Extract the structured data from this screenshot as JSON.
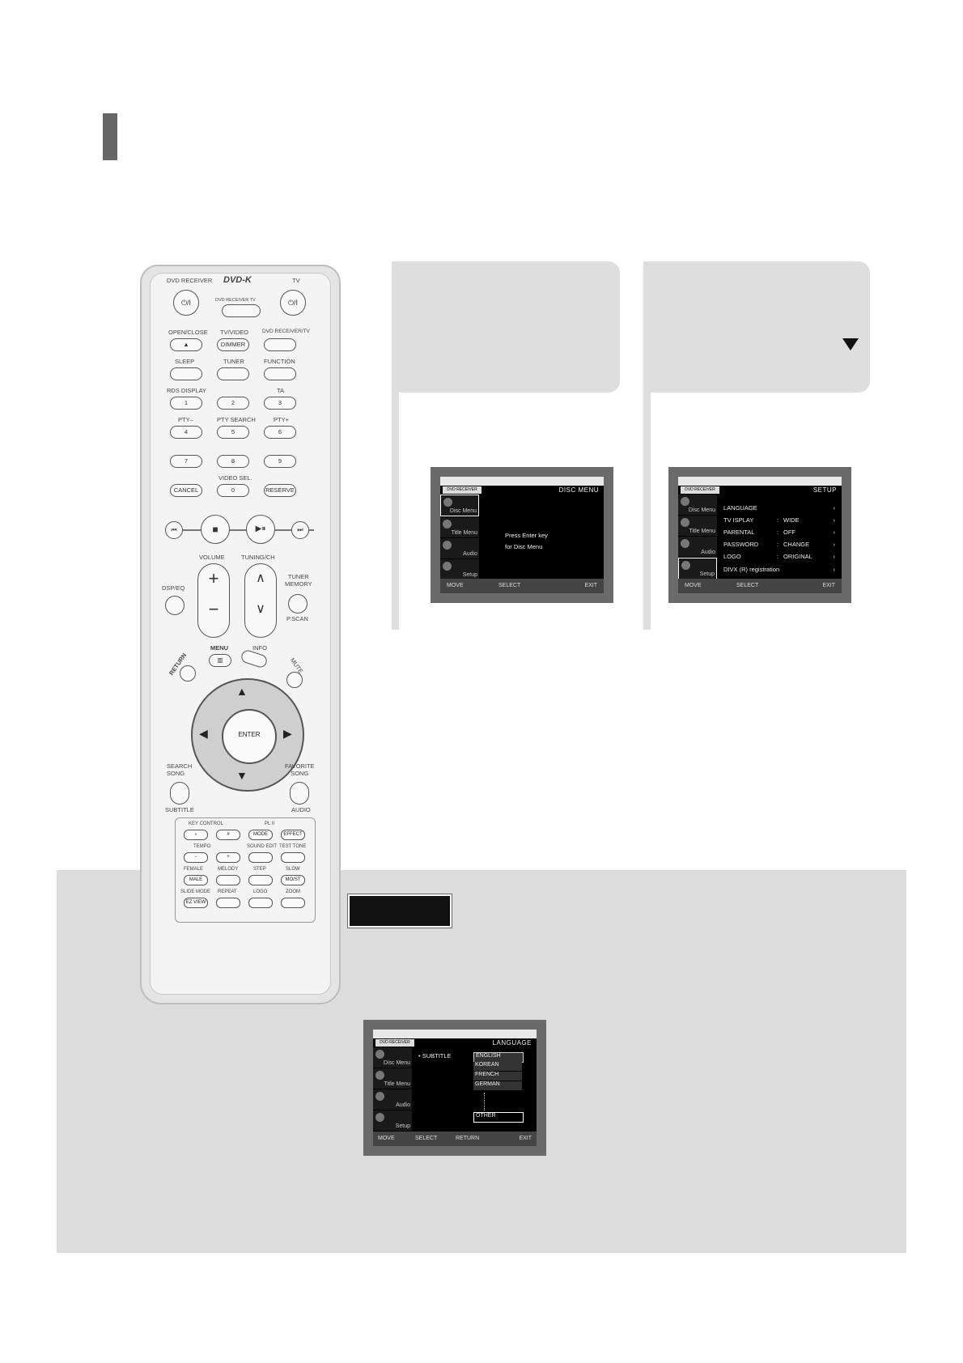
{
  "osd_disc": {
    "brand": "DVD RECEIVER",
    "title": "DISC MENU",
    "side": [
      "Disc Menu",
      "Title Menu",
      "Audio",
      "Setup"
    ],
    "message": [
      "Press Enter key",
      "for Disc Menu"
    ],
    "footer": [
      "MOVE",
      "SELECT",
      "EXIT"
    ]
  },
  "osd_setup": {
    "brand": "DVD RECEIVER",
    "title": "SETUP",
    "side": [
      "Disc Menu",
      "Title Menu",
      "Audio",
      "Setup"
    ],
    "rows": [
      {
        "key": "LANGUAGE",
        "value": ""
      },
      {
        "key": "TV   ISPLAY",
        "value": "WIDE"
      },
      {
        "key": "PARENTAL",
        "value": "OFF"
      },
      {
        "key": "PASSWORD",
        "value": "CHANGE"
      },
      {
        "key": "LOGO",
        "value": "ORIGINAL"
      },
      {
        "key": "DIVX (R) registration",
        "value": ""
      }
    ],
    "footer": [
      "MOVE",
      "SELECT",
      "EXIT"
    ]
  },
  "osd_language": {
    "brand": "DVD RECEIVER",
    "title": "LANGUAGE",
    "side": [
      "Disc Menu",
      "Title Menu",
      "Audio",
      "Setup"
    ],
    "item": "SUBTITLE",
    "options": [
      "ENGLISH",
      "KOREAN",
      "FRENCH",
      "GERMAN",
      "OTHER"
    ],
    "footer": [
      "MOVE",
      "SELECT",
      "RETURN",
      "EXIT"
    ]
  },
  "remote": {
    "top": {
      "dvd_receiver": "DVD RECEIVER",
      "logo": "DVD-K",
      "tv": "TV",
      "selector": "DVD RECEIVER   TV",
      "power": "⏻/I"
    },
    "row1": {
      "l1": "OPEN/CLOSE",
      "b1": "▲",
      "l2": "TV/VIDEO",
      "b2": "DIMMER",
      "l3": "DVD RECEIVER/TV"
    },
    "row2": {
      "l1": "SLEEP",
      "l2": "TUNER",
      "l3": "FUNCTION"
    },
    "row3": {
      "l1": "RDS DISPLAY",
      "l3": "TA"
    },
    "nums": [
      "1",
      "2",
      "3",
      "4",
      "5",
      "6",
      "7",
      "8",
      "9",
      "0"
    ],
    "row4": {
      "l1": "PTY–",
      "l2": "PTY SEARCH",
      "l3": "PTY+"
    },
    "row6": {
      "l2": "VIDEO SEL.",
      "b1": "CANCEL",
      "b3": "RESERVE"
    },
    "mid": {
      "volume": "VOLUME",
      "tuning": "TUNING/CH",
      "dsp": "DSP/EQ",
      "tuner_memory": "TUNER\nMEMORY",
      "pscan": "P.SCAN",
      "plus": "+",
      "minus": "−"
    },
    "nav": {
      "menu": "MENU",
      "info": "INFO",
      "return": "RETURN",
      "mute": "MUTE",
      "enter": "ENTER"
    },
    "lower": {
      "search": "SEARCH\nSONG",
      "favorite": "FAVORITE\nSONG",
      "subtitle": "SUBTITLE",
      "audio": "AUDIO"
    },
    "keys": {
      "key_control": "KEY CONTROL",
      "pl2": "PL II",
      "tempo": "TEMPO",
      "sound_edit": "SOUND EDIT",
      "test_tone": "TEST TONE",
      "female": "FEMALE",
      "melody": "MELODY",
      "step": "STEP",
      "slow": "SLOW",
      "slide_mode": "SLIDE MODE",
      "repeat": "REPEAT",
      "logo": "LOGO",
      "zoom": "ZOOM",
      "flat": "♭",
      "sharp": "#",
      "mode": "MODE",
      "effect": "EFFECT",
      "minus": "-",
      "plus": "+",
      "male": "MALE",
      "mo_st": "MO/ST",
      "ez_view": "EZ VIEW"
    }
  }
}
